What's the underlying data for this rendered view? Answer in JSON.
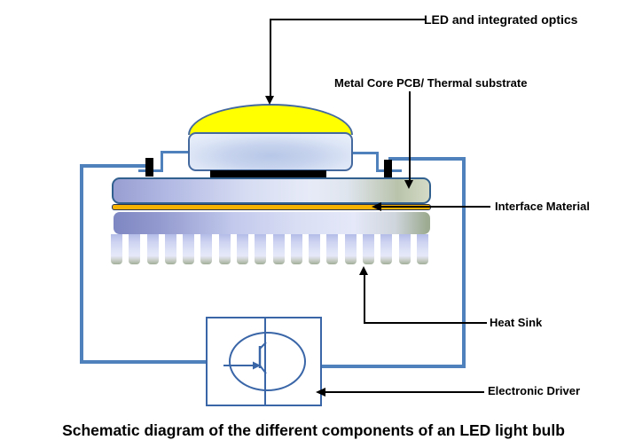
{
  "labels": {
    "led": "LED and integrated optics",
    "pcb": "Metal Core PCB/ Thermal substrate",
    "interface": "Interface Material",
    "heatsink": "Heat Sink",
    "driver": "Electronic Driver"
  },
  "caption": "Schematic diagram of the different components of an LED light bulb",
  "heatsink": {
    "fin_count": 18
  },
  "colors": {
    "wire": "#4f81bd",
    "outline": "#44699f",
    "outline2": "#31608f",
    "driver": "#3a66a8",
    "yellow": "#ffff00",
    "gold": "#f5b200",
    "ink": "#000000"
  }
}
